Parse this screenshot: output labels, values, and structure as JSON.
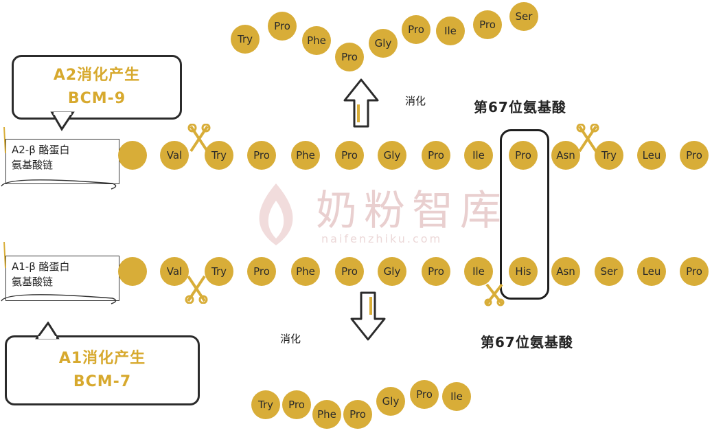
{
  "watermark": {
    "main": "奶粉智库",
    "sub": "naifenzhiku.com"
  },
  "a2": {
    "bubble": {
      "line1": "A2消化产生",
      "line2": "BCM-9"
    },
    "chain_label": {
      "line1": "A2-β 酪蛋白",
      "line2": "氨基酸链"
    },
    "digest_label": "消化",
    "pos_label": "第67位氨基酸",
    "chain": [
      "",
      "Val",
      "Try",
      "Pro",
      "Phe",
      "Pro",
      "Gly",
      "Pro",
      "Ile",
      "Pro",
      "Asn",
      "Try",
      "Leu",
      "Pro"
    ],
    "fragment": [
      "Try",
      "Pro",
      "Phe",
      "Pro",
      "Gly",
      "Pro",
      "Ile",
      "Pro",
      "Ser"
    ]
  },
  "a1": {
    "bubble": {
      "line1": "A1消化产生",
      "line2": "BCM-7"
    },
    "chain_label": {
      "line1": "A1-β 酪蛋白",
      "line2": "氨基酸链"
    },
    "digest_label": "消化",
    "pos_label": "第67位氨基酸",
    "chain": [
      "",
      "Val",
      "Try",
      "Pro",
      "Phe",
      "Pro",
      "Gly",
      "Pro",
      "Ile",
      "His",
      "Asn",
      "Ser",
      "Leu",
      "Pro"
    ],
    "fragment": [
      "Try",
      "Pro",
      "Phe",
      "Pro",
      "Gly",
      "Pro",
      "Ile"
    ]
  },
  "colors": {
    "bead": "#d8ad38",
    "accent_text": "#d7a92e",
    "outline": "#2b2b2b"
  }
}
